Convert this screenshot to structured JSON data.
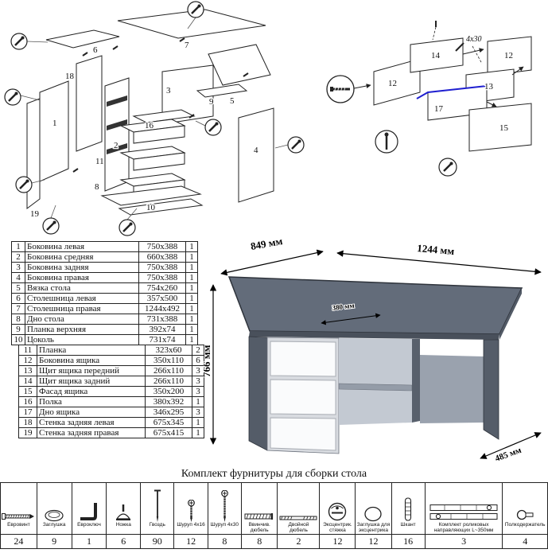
{
  "parts_table": {
    "block1": [
      {
        "num": "1",
        "name": "Боковина левая",
        "size": "750x388",
        "qty": "1"
      },
      {
        "num": "2",
        "name": "Боковина средняя",
        "size": "660x388",
        "qty": "1"
      },
      {
        "num": "3",
        "name": "Боковина задняя",
        "size": "750x388",
        "qty": "1"
      },
      {
        "num": "4",
        "name": "Боковина правая",
        "size": "750x388",
        "qty": "1"
      },
      {
        "num": "5",
        "name": "Вязка стола",
        "size": "754x260",
        "qty": "1"
      },
      {
        "num": "6",
        "name": "Столешница левая",
        "size": "357x500",
        "qty": "1"
      },
      {
        "num": "7",
        "name": "Столешница правая",
        "size": "1244x492",
        "qty": "1"
      },
      {
        "num": "8",
        "name": "Дно стола",
        "size": "731x388",
        "qty": "1"
      },
      {
        "num": "9",
        "name": "Планка верхняя",
        "size": "392x74",
        "qty": "1"
      },
      {
        "num": "10",
        "name": "Цоколь",
        "size": "731x74",
        "qty": "1"
      }
    ],
    "block2": [
      {
        "num": "11",
        "name": "Планка",
        "size": "323x60",
        "qty": "2"
      },
      {
        "num": "12",
        "name": "Боковина ящика",
        "size": "350x110",
        "qty": "6"
      },
      {
        "num": "13",
        "name": "Щит ящика передний",
        "size": "266x110",
        "qty": "3"
      },
      {
        "num": "14",
        "name": "Щит ящика задний",
        "size": "266x110",
        "qty": "3"
      },
      {
        "num": "15",
        "name": "Фасад ящика",
        "size": "350x200",
        "qty": "3"
      },
      {
        "num": "16",
        "name": "Полка",
        "size": "380x392",
        "qty": "1"
      },
      {
        "num": "17",
        "name": "Дно ящика",
        "size": "346x295",
        "qty": "3"
      },
      {
        "num": "18",
        "name": "Стенка задняя левая",
        "size": "675x345",
        "qty": "1"
      },
      {
        "num": "19",
        "name": "Стенка задняя правая",
        "size": "675x415",
        "qty": "1"
      }
    ]
  },
  "desk": {
    "dim_849": "849 мм",
    "dim_1244": "1244 мм",
    "dim_766": "766 мм",
    "dim_380": "380 мм",
    "dim_485": "485 мм"
  },
  "exploded_left": {
    "labels": [
      "6",
      "7",
      "5",
      "18",
      "1",
      "2",
      "16",
      "11",
      "3",
      "8",
      "9",
      "10",
      "4",
      "19"
    ]
  },
  "exploded_right": {
    "labels": [
      "12",
      "14",
      "12",
      "13",
      "17",
      "15"
    ],
    "screw_note": "4x30"
  },
  "hardware": {
    "title": "Комплект фурнитуры для сборки стола",
    "items": [
      {
        "name": "Евровинт",
        "qty": "24",
        "icon": "euroscrew-icon"
      },
      {
        "name": "Заглушка",
        "qty": "9",
        "icon": "cap-icon"
      },
      {
        "name": "Евроключ",
        "qty": "1",
        "icon": "hexkey-icon"
      },
      {
        "name": "Ножка",
        "qty": "6",
        "icon": "leg-icon"
      },
      {
        "name": "Гвоздь",
        "qty": "90",
        "icon": "nail-icon"
      },
      {
        "name": "Шуруп 4x16",
        "qty": "12",
        "icon": "screw-short-icon"
      },
      {
        "name": "Шуруп 4x30",
        "qty": "8",
        "icon": "screw-long-icon"
      },
      {
        "name": "Ввинчив. дюбель",
        "qty": "8",
        "icon": "threaded-dowel-icon"
      },
      {
        "name": "Двойной дюбель",
        "qty": "2",
        "icon": "double-dowel-icon"
      },
      {
        "name": "Эксцентрик. стяжка",
        "qty": "12",
        "icon": "cam-lock-icon"
      },
      {
        "name": "Заглушка для эксцентрика",
        "qty": "12",
        "icon": "cam-cap-icon"
      },
      {
        "name": "Шкант",
        "qty": "16",
        "icon": "dowel-icon"
      },
      {
        "name": "Комплект роликовых направляющих L~350мм",
        "qty": "3",
        "icon": "drawer-slides-icon"
      },
      {
        "name": "Полкодержатель",
        "qty": "4",
        "icon": "shelf-pin-icon"
      }
    ]
  },
  "colors": {
    "desk_gray": "#636c7a",
    "drawer_white": "#fafbfc",
    "highlight_blue": "#2020d0"
  }
}
